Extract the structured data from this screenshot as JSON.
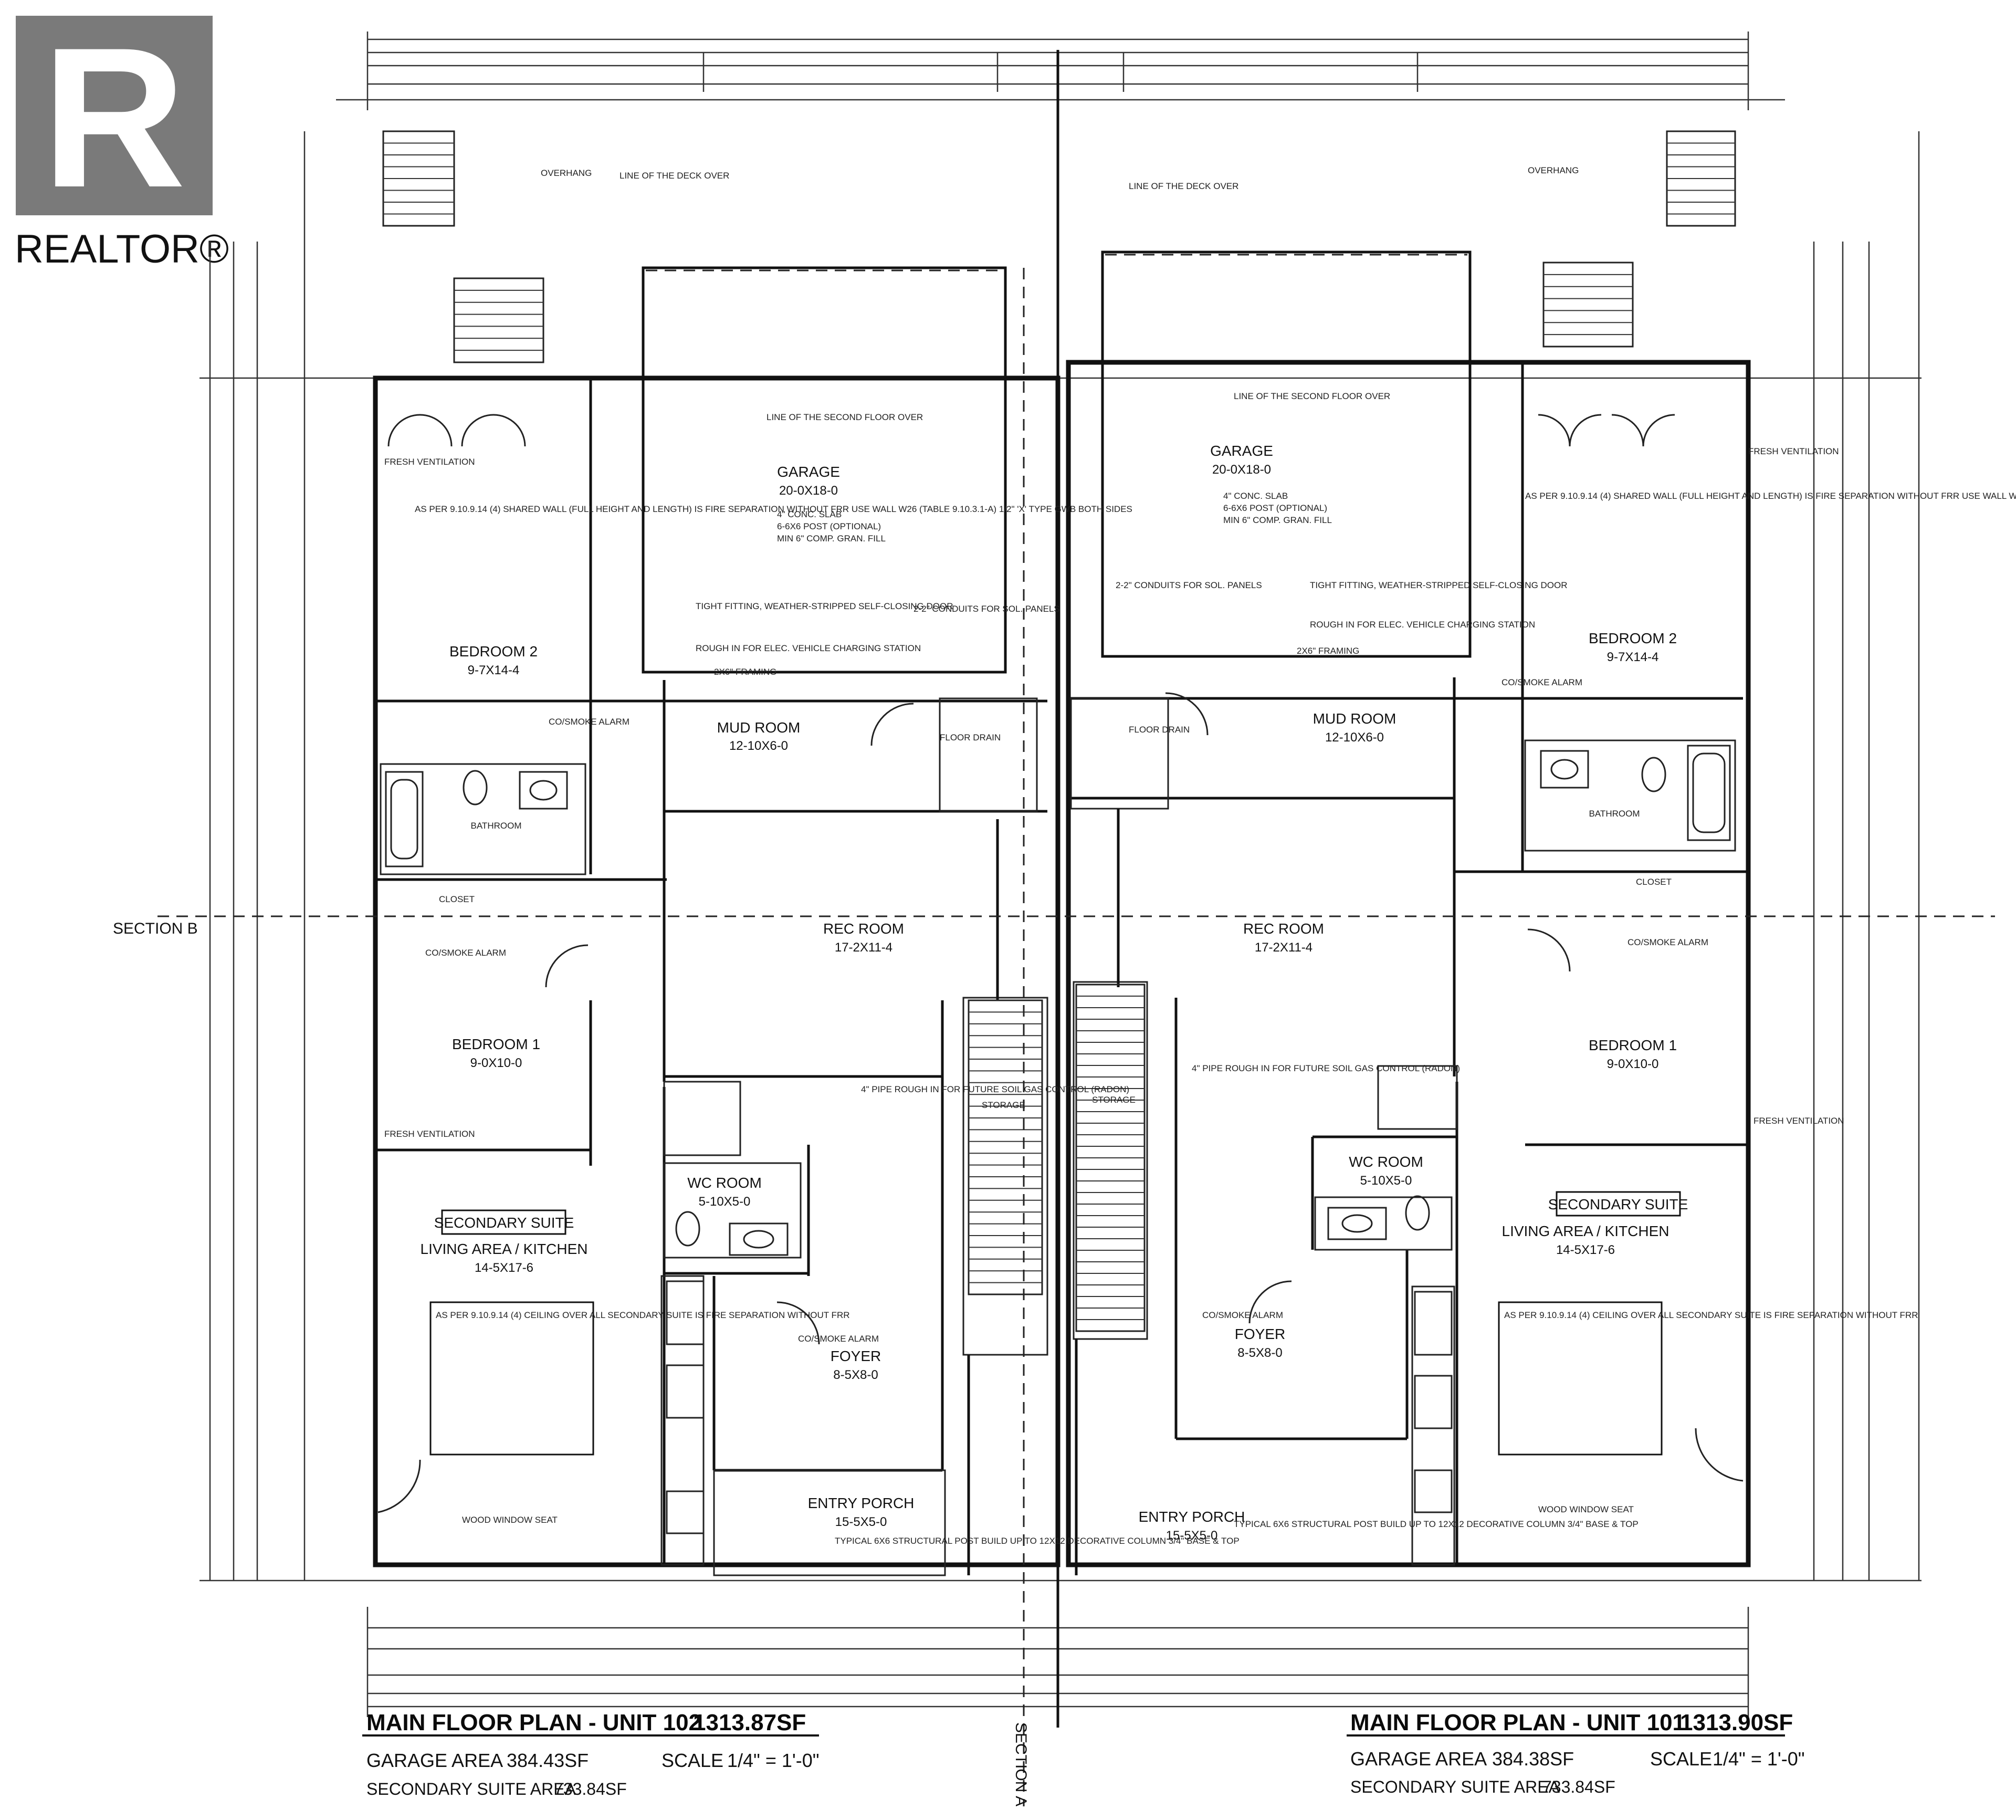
{
  "logo": {
    "letter": "R",
    "word": "REALTOR®",
    "color": "#7a7a7a"
  },
  "unit_left": {
    "title": "MAIN FLOOR PLAN - UNIT 102",
    "total_area": "1313.87SF",
    "garage_area_label": "GARAGE AREA",
    "garage_area": "384.43SF",
    "scale_label": "SCALE",
    "scale_value": "1/4\" = 1'-0\"",
    "suite_area_label": "SECONDARY SUITE AREA",
    "suite_area": "733.84SF",
    "rooms": {
      "garage": {
        "name": "GARAGE",
        "dims": "20-0X18-0"
      },
      "mud_room": {
        "name": "MUD ROOM",
        "dims": "12-10X6-0"
      },
      "rec_room": {
        "name": "REC ROOM",
        "dims": "17-2X11-4"
      },
      "bedroom2": {
        "name": "BEDROOM 2",
        "dims": "9-7X14-4"
      },
      "bedroom1": {
        "name": "BEDROOM 1",
        "dims": "9-0X10-0"
      },
      "wc_room": {
        "name": "WC ROOM",
        "dims": "5-10X5-0"
      },
      "foyer": {
        "name": "FOYER",
        "dims": "8-5X8-0"
      },
      "entry_porch": {
        "name": "ENTRY PORCH",
        "dims": "15-5X5-0"
      },
      "suite_box": "SECONDARY SUITE",
      "living": {
        "name": "LIVING AREA / KITCHEN",
        "dims": "14-5X17-6"
      },
      "bathroom": "BATHROOM",
      "closet": "CLOSET"
    }
  },
  "unit_right": {
    "title": "MAIN FLOOR PLAN - UNIT 101",
    "total_area": "1313.90SF",
    "garage_area_label": "GARAGE AREA",
    "garage_area": "384.38SF",
    "scale_label": "SCALE",
    "scale_value": "1/4\" = 1'-0\"",
    "suite_area_label": "SECONDARY SUITE AREA",
    "suite_area": "733.84SF",
    "rooms": {
      "garage": {
        "name": "GARAGE",
        "dims": "20-0X18-0"
      },
      "mud_room": {
        "name": "MUD ROOM",
        "dims": "12-10X6-0"
      },
      "rec_room": {
        "name": "REC ROOM",
        "dims": "17-2X11-4"
      },
      "bedroom2": {
        "name": "BEDROOM 2",
        "dims": "9-7X14-4"
      },
      "bedroom1": {
        "name": "BEDROOM 1",
        "dims": "9-0X10-0"
      },
      "wc_room": {
        "name": "WC ROOM",
        "dims": "5-10X5-0"
      },
      "foyer": {
        "name": "FOYER",
        "dims": "8-5X8-0"
      },
      "entry_porch": {
        "name": "ENTRY PORCH",
        "dims": "15-5X5-0"
      },
      "suite_box": "SECONDARY SUITE",
      "living": {
        "name": "LIVING AREA / KITCHEN",
        "dims": "14-5X17-6"
      },
      "bathroom": "BATHROOM",
      "closet": "CLOSET"
    }
  },
  "sections": {
    "section_b": "SECTION B",
    "section_a": "SECTION A"
  },
  "notes": {
    "line_second_floor": "LINE OF THE SECOND FLOOR OVER",
    "line_deck": "LINE OF THE DECK OVER",
    "overhang": "OVERHANG",
    "garage_slab": "4\" CONC. SLAB",
    "garage_post": "6-6X6 POST (OPTIONAL)",
    "garage_fill": "MIN 6\" COMP. GRAN. FILL",
    "conduits": "2-2\" CONDUITS FOR SOL. PANELS",
    "self_closing": "TIGHT FITTING, WEATHER-STRIPPED SELF-CLOSING DOOR",
    "ev_rough": "ROUGH IN FOR ELEC. VEHICLE CHARGING STATION",
    "smoke_alarm": "CO/SMOKE ALARM",
    "framing": "2X6\" FRAMING",
    "fresh_vent": "FRESH VENTILATION",
    "radon": "4\" PIPE ROUGH IN FOR FUTURE SOIL GAS CONTROL (RADON)",
    "fire_note": "AS PER 9.10.9.14 (4) SHARED WALL (FULL HEIGHT AND LENGTH) IS FIRE SEPARATION WITHOUT FRR USE WALL W26 (TABLE 9.10.3.1-A) 1/2\" 'X' TYPE GWB BOTH SIDES",
    "suite_note": "AS PER 9.10.9.14 (4) CEILING OVER ALL SECONDARY SUITE IS FIRE SEPARATION WITHOUT FRR",
    "typical_post": "TYPICAL 6X6 STRUCTURAL POST BUILD UP TO 12X12 DECORATIVE COLUMN 3/4\" BASE & TOP",
    "floor_drain": "FLOOR DRAIN",
    "storage": "STORAGE",
    "wood_window_seat": "WOOD WINDOW SEAT"
  }
}
